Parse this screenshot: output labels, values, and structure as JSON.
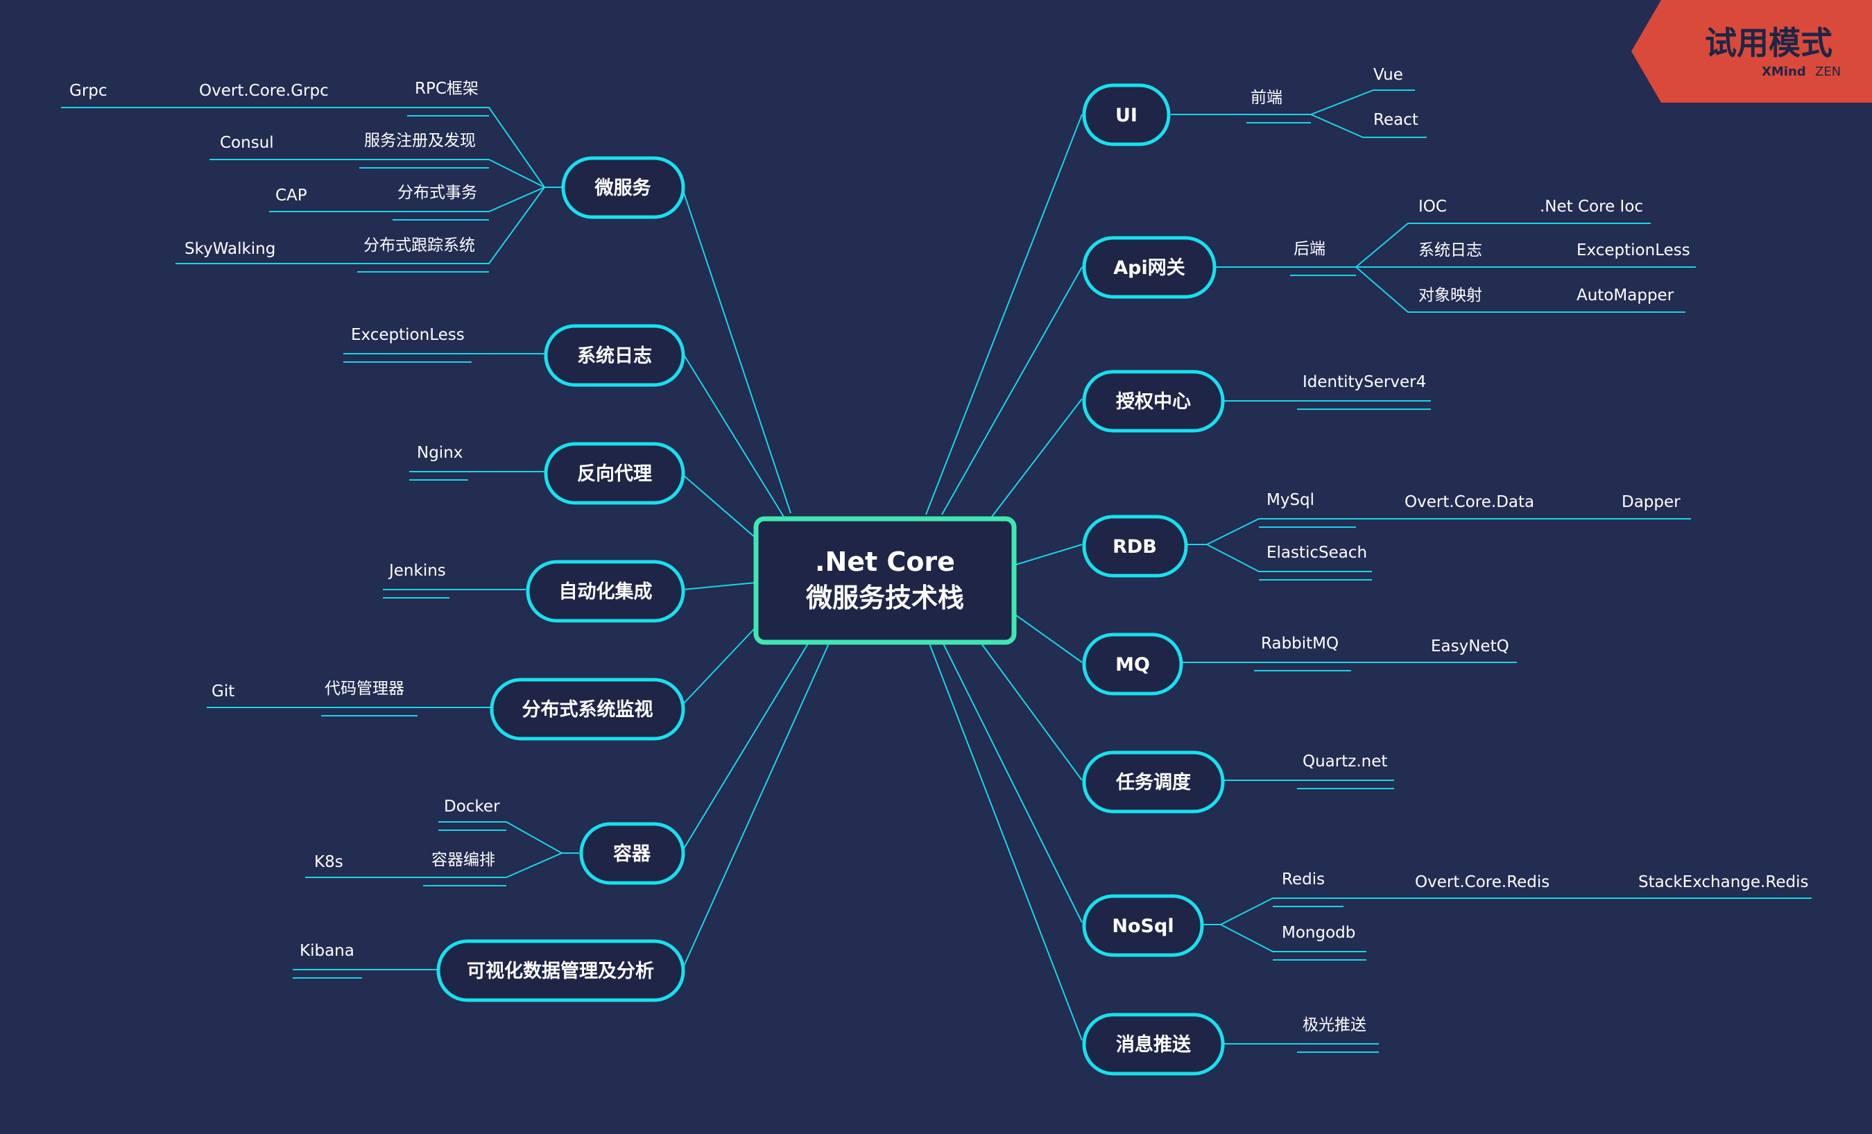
{
  "center": {
    "line1": ".Net Core",
    "line2": "微服务技术栈"
  },
  "colors": {
    "background": "#232c51",
    "center_border": "#3ee8b0",
    "node_border": "#18e0ee",
    "line": "#18d6e6",
    "trial_bg": "#d94a3b",
    "trial_text": "#1f2547"
  },
  "trial": {
    "title": "试用模式",
    "sub1": "XMind",
    "sub2": "ZEN"
  },
  "left": [
    {
      "label": "微服务",
      "items": [
        {
          "label": "RPC框架",
          "sub": [
            "Overt.Core.Grpc",
            "Grpc"
          ]
        },
        {
          "label": "服务注册及发现",
          "sub": [
            "Consul"
          ]
        },
        {
          "label": "分布式事务",
          "sub": [
            "CAP"
          ]
        },
        {
          "label": "分布式跟踪系统",
          "sub": [
            "SkyWalking"
          ]
        }
      ]
    },
    {
      "label": "系统日志",
      "items": [
        {
          "label": "ExceptionLess",
          "sub": []
        }
      ]
    },
    {
      "label": "反向代理",
      "items": [
        {
          "label": "Nginx",
          "sub": []
        }
      ]
    },
    {
      "label": "自动化集成",
      "items": [
        {
          "label": "Jenkins",
          "sub": []
        }
      ]
    },
    {
      "label": "分布式系统监视",
      "items": [
        {
          "label": "代码管理器",
          "sub": [
            "Git"
          ]
        }
      ]
    },
    {
      "label": "容器",
      "items": [
        {
          "label": "Docker",
          "sub": []
        },
        {
          "label": "容器编排",
          "sub": [
            "K8s"
          ]
        }
      ]
    },
    {
      "label": "可视化数据管理及分析",
      "items": [
        {
          "label": "Kibana",
          "sub": []
        }
      ]
    }
  ],
  "right": [
    {
      "label": "UI",
      "items": [
        {
          "label": "前端",
          "sub": [
            "Vue",
            "React"
          ]
        }
      ]
    },
    {
      "label": "Api网关",
      "items": [
        {
          "label": "后端",
          "sub": [
            "IOC",
            "系统日志",
            "对象映射"
          ],
          "subsub": [
            ".Net Core Ioc",
            "ExceptionLess",
            "AutoMapper"
          ]
        }
      ]
    },
    {
      "label": "授权中心",
      "items": [
        {
          "label": "IdentityServer4",
          "sub": []
        }
      ]
    },
    {
      "label": "RDB",
      "items": [
        {
          "label": "MySql",
          "sub": [
            "Overt.Core.Data",
            "Dapper"
          ]
        },
        {
          "label": "ElasticSeach",
          "sub": []
        }
      ]
    },
    {
      "label": "MQ",
      "items": [
        {
          "label": "RabbitMQ",
          "sub": [
            "EasyNetQ"
          ]
        }
      ]
    },
    {
      "label": "任务调度",
      "items": [
        {
          "label": "Quartz.net",
          "sub": []
        }
      ]
    },
    {
      "label": "NoSql",
      "items": [
        {
          "label": "Redis",
          "sub": [
            "Overt.Core.Redis",
            "StackExchange.Redis"
          ]
        },
        {
          "label": "Mongodb",
          "sub": []
        }
      ]
    },
    {
      "label": "消息推送",
      "items": [
        {
          "label": "极光推送",
          "sub": []
        }
      ]
    }
  ]
}
